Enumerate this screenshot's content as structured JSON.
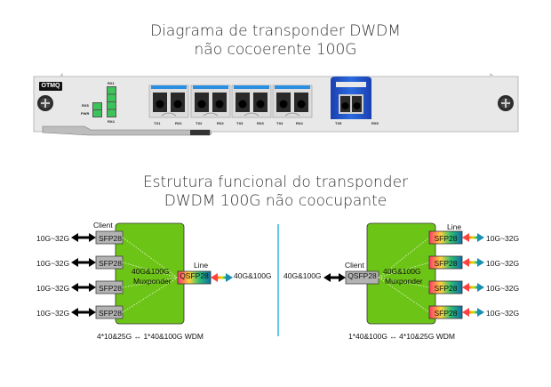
{
  "titles": {
    "top_line1": "Diagrama de transponder DWDM",
    "top_line2": "não cocoerente 100G",
    "bottom_line1": "Estrutura funcional do transponder",
    "bottom_line2": "DWDM 100G não coocupante"
  },
  "card": {
    "label": "OTMQ",
    "led_left": [
      "RX5",
      "PWR"
    ],
    "led_right_top": "RX1",
    "led_right_bottom": "RX4",
    "ports": [
      {
        "tx": "TX1",
        "rx": "RX1"
      },
      {
        "tx": "TX2",
        "rx": "RX2"
      },
      {
        "tx": "TX3",
        "rx": "RX3"
      },
      {
        "tx": "TX4",
        "rx": "RX4"
      }
    ],
    "line_port": {
      "tx": "TX5",
      "rx": "RX5"
    },
    "colors": {
      "panel": "#e6e6e6",
      "led": "#3cc35a",
      "port_blue": "#2a8fe0",
      "line_port_blue": "#1f47c9"
    }
  },
  "left_diagram": {
    "client_label": "Client",
    "line_label": "Line",
    "client_rates": [
      "10G~32G",
      "10G~32G",
      "10G~32G",
      "10G~32G"
    ],
    "client_module": "SFP28",
    "box_label_1": "40G&100G",
    "box_label_2": "Muxponder",
    "line_module": "QSFP28",
    "line_rate": "40G&100G",
    "caption": "4*10&25G ↔ 1*40&100G WDM"
  },
  "right_diagram": {
    "client_label": "Client",
    "line_label": "Line",
    "client_rate": "40G&100G",
    "client_module": "QSFP28",
    "box_label_1": "40G&100G",
    "box_label_2": "Muxponder",
    "line_module": "SFP28",
    "line_rates": [
      "10G~32G",
      "10G~32G",
      "10G~32G",
      "10G~32G"
    ],
    "caption": "1*40&100G ↔ 4*10&25G WDM"
  },
  "colors": {
    "box_green": "#6cc417",
    "divider": "#29b8e8",
    "gray_module": "#b3b3b3"
  }
}
